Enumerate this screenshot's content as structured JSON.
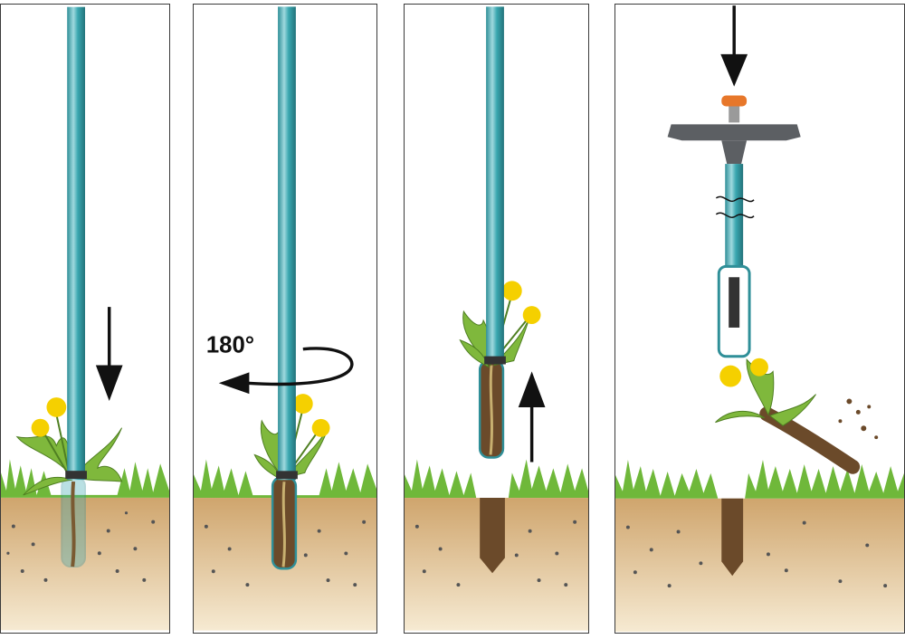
{
  "steps": [
    {
      "action": "push-down"
    },
    {
      "action": "rotate",
      "rotation_label": "180°"
    },
    {
      "action": "pull-up"
    },
    {
      "action": "eject"
    }
  ],
  "colors": {
    "tube": "#3aa7b0",
    "tube_highlight": "#9fd9de",
    "grass": "#6fb83a",
    "soil": "#d9b47e",
    "soil_light": "#f3e3c4",
    "hole": "#6b4a2a",
    "flower": "#f5d000",
    "leaf": "#7fb83c",
    "handle": "#5c5f63",
    "knob": "#e7772a"
  }
}
